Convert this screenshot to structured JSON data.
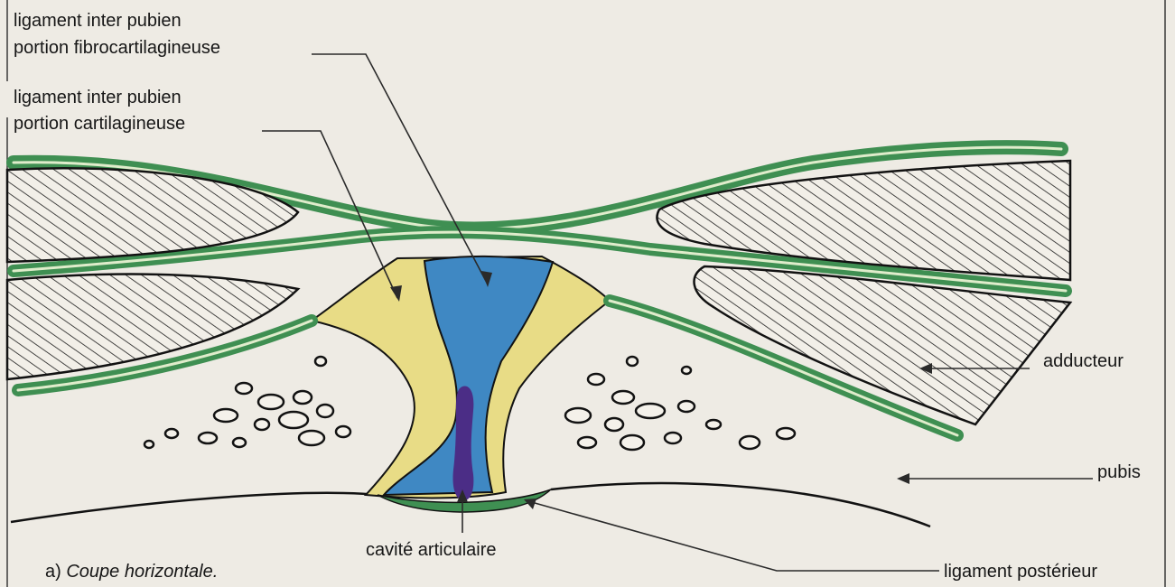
{
  "labels": {
    "fibro_line1": "ligament inter pubien",
    "fibro_line2": "portion fibrocartilagineuse",
    "cart_line1": "ligament inter pubien",
    "cart_line2": "portion cartilagineuse",
    "adducteur": "adducteur",
    "pubis": "pubis",
    "cavite": "cavité articulaire",
    "posterieur": "ligament postérieur"
  },
  "caption": {
    "prefix": "a)",
    "text": "Coupe horizontale."
  },
  "colors": {
    "background": "#eeebe4",
    "ligament_green": "#3f8f52",
    "fibrocartilage_blue": "#3f88c3",
    "cartilage_yellow": "#e8dc86",
    "cavity_purple": "#4b2d86",
    "bone_outline": "#121212"
  }
}
